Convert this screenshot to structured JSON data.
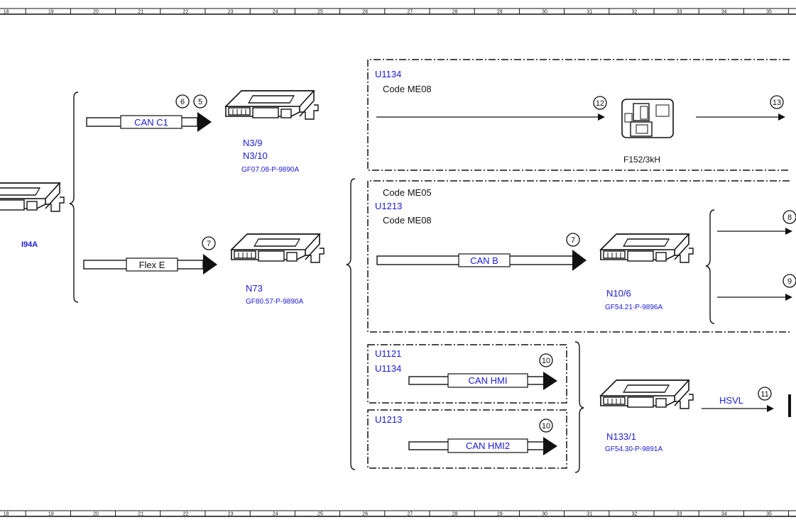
{
  "ruler": {
    "columns": [
      "18",
      "19",
      "20",
      "21",
      "22",
      "23",
      "24",
      "25",
      "26",
      "27",
      "28",
      "29",
      "30",
      "31",
      "32",
      "33",
      "34",
      "35"
    ]
  },
  "colors": {
    "link": "#1a1ad6",
    "line": "#111111"
  },
  "left_group": {
    "partial_module_label": "I94A",
    "can_c1": {
      "bus_label": "CAN C1",
      "badges": [
        "6",
        "5"
      ],
      "module_labels": [
        "N3/9",
        "N3/10"
      ],
      "ref": "GF07.08-P-9890A"
    },
    "flex_e": {
      "bus_label": "Flex E",
      "badges": [
        "7"
      ],
      "module_labels": [
        "N73"
      ],
      "ref": "GF80.57-P-9890A"
    }
  },
  "box_u1134": {
    "codes": [
      "U1134"
    ],
    "code_line": "Code ME08",
    "badge_in": "12",
    "badge_out": "13",
    "component_label": "F152/3kH"
  },
  "box_can_b": {
    "code_me05": "Code ME05",
    "code_u1213": "U1213",
    "code_me08": "Code ME08",
    "bus_label": "CAN B",
    "badge": "7",
    "module_labels": [
      "N10/6"
    ],
    "ref": "GF54.21-P-9896A",
    "out_badges": [
      "8",
      "9"
    ]
  },
  "box_hmi": {
    "codes": [
      "U1121",
      "U1134"
    ],
    "bus_label": "CAN HMI",
    "badge": "10"
  },
  "box_hmi2": {
    "codes": [
      "U1213"
    ],
    "bus_label": "CAN HMI2",
    "badge": "10"
  },
  "n133": {
    "module_labels": [
      "N133/1"
    ],
    "ref": "GF54.30-P-9891A",
    "out_label": "HSVL",
    "out_badge": "11"
  }
}
